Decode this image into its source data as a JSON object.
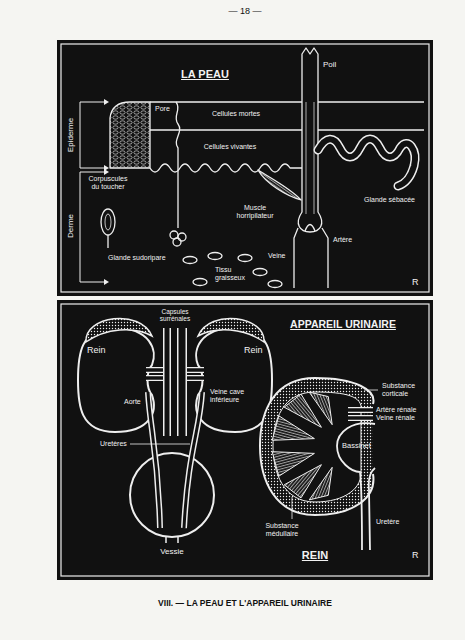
{
  "diagram": {
    "caption": "VIII. — LA PEAU ET L'APPAREIL URINAIRE",
    "labels": [
      "— 18 —",
      "LA PEAU",
      "Pore",
      "Cellules mortes",
      "Poil",
      "Epiderme",
      "Cellules vivantes",
      "Derme",
      "Corpuscules du toucher",
      "Muscle horripilateur",
      "Glande sébacée",
      "Artère",
      "Veine",
      "Glande sudoripare",
      "Tissu graisseux",
      "R",
      "Capsules surrénales",
      "Rein",
      "Rein",
      "Aorte",
      "Veine cave inférieure",
      "APPAREIL URINAIRE",
      "Substance corticale",
      "Artère rénale",
      "Veine rénale",
      "Bassinet",
      "Uretères",
      "Substance médullaire",
      "Uretère",
      "Vessie",
      "REIN",
      "R"
    ]
  }
}
